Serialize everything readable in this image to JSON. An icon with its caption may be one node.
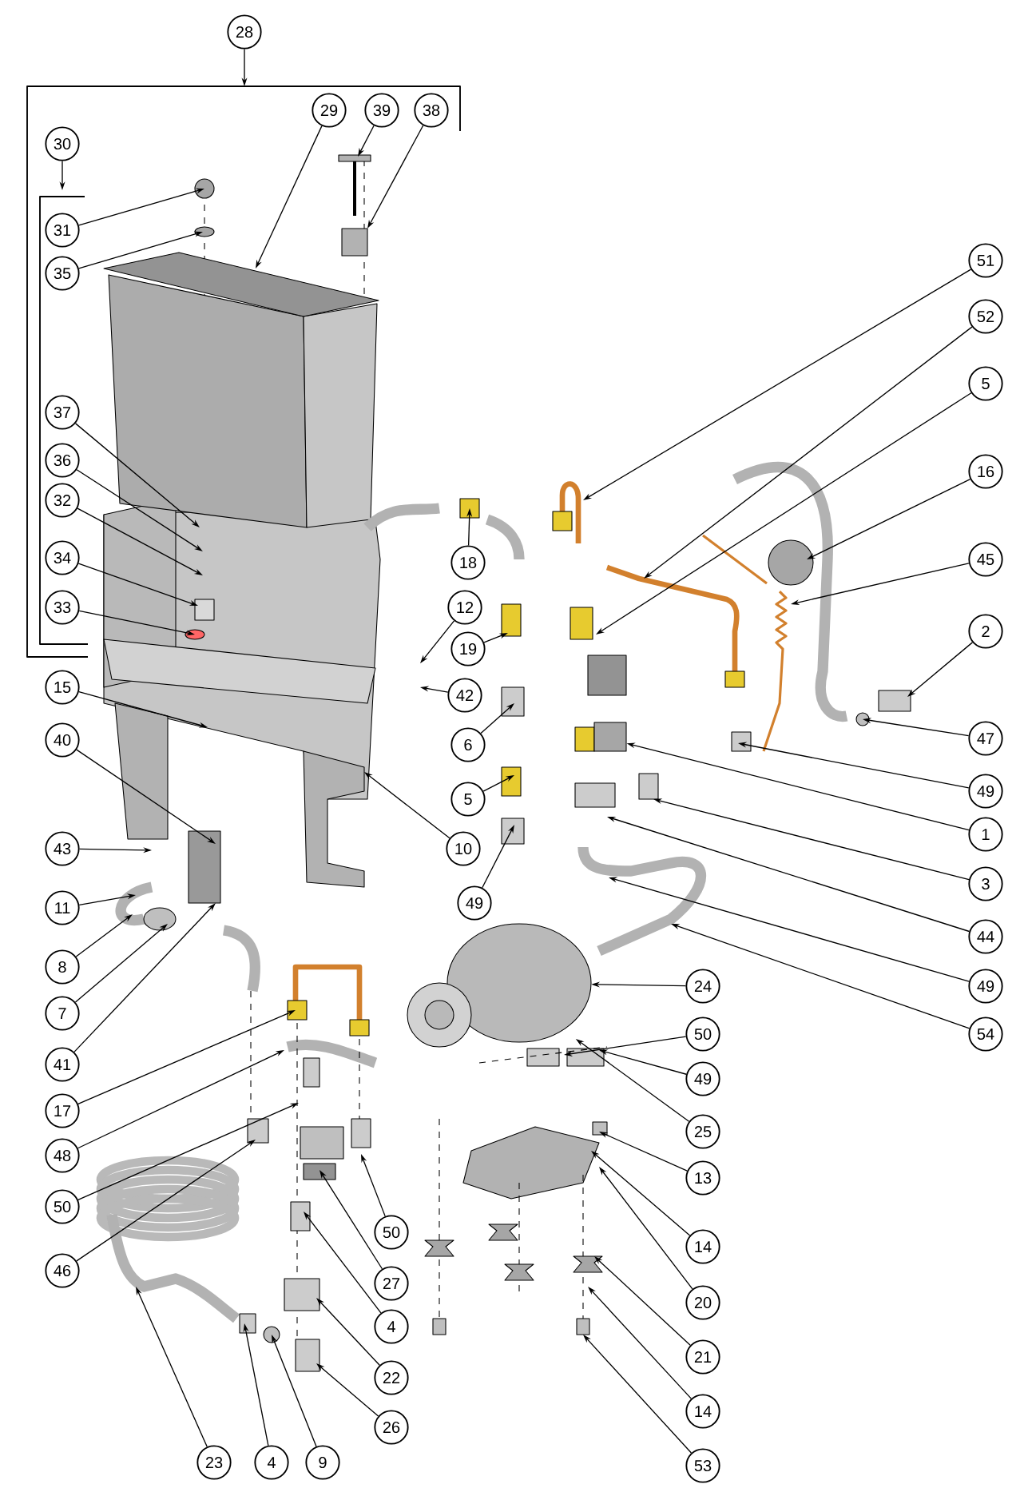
{
  "diagram": {
    "nodes": [
      {
        "text": [
          "28"
        ]
      },
      {
        "text": [
          "29"
        ]
      },
      {
        "text": [
          "39"
        ]
      },
      {
        "text": [
          "38"
        ]
      },
      {
        "text": [
          "30"
        ]
      },
      {
        "text": [
          "31"
        ]
      },
      {
        "text": [
          "35"
        ]
      },
      {
        "text": [
          "51"
        ]
      },
      {
        "text": [
          "52"
        ]
      },
      {
        "text": [
          "5"
        ]
      },
      {
        "text": [
          "37"
        ]
      },
      {
        "text": [
          "36"
        ]
      },
      {
        "text": [
          "16"
        ]
      },
      {
        "text": [
          "32"
        ]
      },
      {
        "text": [
          "34"
        ]
      },
      {
        "text": [
          "18"
        ]
      },
      {
        "text": [
          "45"
        ]
      },
      {
        "text": [
          "12"
        ]
      },
      {
        "text": [
          "33"
        ]
      },
      {
        "text": [
          "2"
        ]
      },
      {
        "text": [
          "19"
        ]
      },
      {
        "text": [
          "15"
        ]
      },
      {
        "text": [
          "42"
        ]
      },
      {
        "text": [
          "47"
        ]
      },
      {
        "text": [
          "40"
        ]
      },
      {
        "text": [
          "6"
        ]
      },
      {
        "text": [
          "49"
        ]
      },
      {
        "text": [
          "5"
        ]
      },
      {
        "text": [
          "1"
        ]
      },
      {
        "text": [
          "10"
        ]
      },
      {
        "text": [
          "43"
        ]
      },
      {
        "text": [
          "3"
        ]
      },
      {
        "text": [
          "49"
        ]
      },
      {
        "text": [
          "11"
        ]
      },
      {
        "text": [
          "44"
        ]
      },
      {
        "text": [
          "8"
        ]
      },
      {
        "text": [
          "24"
        ]
      },
      {
        "text": [
          "49"
        ]
      },
      {
        "text": [
          "7"
        ]
      },
      {
        "text": [
          "54"
        ]
      },
      {
        "text": [
          "50"
        ]
      },
      {
        "text": [
          "41"
        ]
      },
      {
        "text": [
          "49"
        ]
      },
      {
        "text": [
          "17"
        ]
      },
      {
        "text": [
          "25"
        ]
      },
      {
        "text": [
          "48"
        ]
      },
      {
        "text": [
          "13"
        ]
      },
      {
        "text": [
          "50"
        ]
      },
      {
        "text": [
          "50"
        ]
      },
      {
        "text": [
          "14"
        ]
      },
      {
        "text": [
          "46"
        ]
      },
      {
        "text": [
          "27"
        ]
      },
      {
        "text": [
          "20"
        ]
      },
      {
        "text": [
          "4"
        ]
      },
      {
        "text": [
          "21"
        ]
      },
      {
        "text": [
          "22"
        ]
      },
      {
        "text": [
          "14"
        ]
      },
      {
        "text": [
          "26"
        ]
      },
      {
        "text": [
          "23"
        ]
      },
      {
        "text": [
          "4"
        ]
      },
      {
        "text": [
          "9"
        ]
      },
      {
        "text": [
          "53"
        ]
      },
      {
        "text": [],
        "shape": "cylinder"
      },
      {
        "text": [],
        "shape": "box"
      }
    ],
    "edges": [
      {
        "from": 0,
        "to": null,
        "arrow": "to"
      },
      {
        "from": 1,
        "to": null,
        "arrow": "to"
      },
      {
        "from": 2,
        "to": null,
        "arrow": "to"
      },
      {
        "from": 3,
        "to": null,
        "arrow": "to"
      },
      {
        "from": 4,
        "to": null,
        "arrow": "to"
      },
      {
        "from": 5,
        "to": null,
        "arrow": "to"
      },
      {
        "from": 6,
        "to": null,
        "arrow": "to"
      },
      {
        "from": 7,
        "to": null,
        "arrow": "to"
      },
      {
        "from": 8,
        "to": null,
        "arrow": "to"
      },
      {
        "from": 9,
        "to": null,
        "arrow": "to"
      },
      {
        "from": 10,
        "to": null,
        "arrow": "to"
      },
      {
        "from": 11,
        "to": null,
        "arrow": "to"
      },
      {
        "from": 12,
        "to": null,
        "arrow": "to"
      },
      {
        "from": 13,
        "to": null,
        "arrow": "to"
      },
      {
        "from": 14,
        "to": null,
        "arrow": "to"
      },
      {
        "from": 15,
        "to": null,
        "arrow": "to"
      },
      {
        "from": 16,
        "to": null,
        "arrow": "to"
      },
      {
        "from": 17,
        "to": null,
        "arrow": "to"
      },
      {
        "from": 18,
        "to": null,
        "arrow": "to"
      },
      {
        "from": 19,
        "to": null,
        "arrow": "to"
      },
      {
        "from": 20,
        "to": null,
        "arrow": "to"
      },
      {
        "from": 21,
        "to": null,
        "arrow": "to"
      },
      {
        "from": 22,
        "to": null,
        "arrow": "to"
      },
      {
        "from": 23,
        "to": null,
        "arrow": "to"
      },
      {
        "from": 24,
        "to": null,
        "arrow": "to"
      },
      {
        "from": 25,
        "to": null,
        "arrow": "to"
      },
      {
        "from": 26,
        "to": null,
        "arrow": "to"
      },
      {
        "from": 27,
        "to": null,
        "arrow": "to"
      },
      {
        "from": 28,
        "to": 63,
        "arrow": "to"
      },
      {
        "from": 29,
        "to": null,
        "arrow": "to"
      },
      {
        "from": 30,
        "to": null,
        "arrow": "to"
      },
      {
        "from": 31,
        "to": null,
        "arrow": "to"
      },
      {
        "from": 32,
        "to": null,
        "arrow": "to"
      },
      {
        "from": 33,
        "to": null,
        "arrow": "to"
      },
      {
        "from": 34,
        "to": null,
        "arrow": "to"
      },
      {
        "from": 35,
        "to": null,
        "arrow": "to"
      },
      {
        "from": 36,
        "to": 62,
        "arrow": "to"
      },
      {
        "from": 37,
        "to": null,
        "arrow": "to"
      },
      {
        "from": 38,
        "to": null,
        "arrow": "to"
      },
      {
        "from": 39,
        "to": null,
        "arrow": "to"
      },
      {
        "from": 40,
        "to": null,
        "arrow": "to"
      },
      {
        "from": 41,
        "to": null,
        "arrow": "to"
      },
      {
        "from": 42,
        "to": null,
        "arrow": "to"
      },
      {
        "from": 43,
        "to": null,
        "arrow": "to"
      },
      {
        "from": 44,
        "to": 62,
        "arrow": "to"
      },
      {
        "from": 45,
        "to": null,
        "arrow": "to"
      },
      {
        "from": 46,
        "to": null,
        "arrow": "to"
      },
      {
        "from": 47,
        "to": null,
        "arrow": "to"
      },
      {
        "from": 48,
        "to": null,
        "arrow": "to"
      },
      {
        "from": 49,
        "to": null,
        "arrow": "to"
      },
      {
        "from": 50,
        "to": null,
        "arrow": "to"
      },
      {
        "from": 51,
        "to": null,
        "arrow": "to"
      },
      {
        "from": 52,
        "to": null,
        "arrow": "to"
      },
      {
        "from": 53,
        "to": null,
        "arrow": "to"
      },
      {
        "from": 54,
        "to": null,
        "arrow": "to"
      },
      {
        "from": 55,
        "to": null,
        "arrow": "to"
      },
      {
        "from": 56,
        "to": null,
        "arrow": "to"
      },
      {
        "from": 57,
        "to": null,
        "arrow": "to"
      },
      {
        "from": 58,
        "to": null,
        "arrow": "to"
      },
      {
        "from": 59,
        "to": null,
        "arrow": "to"
      },
      {
        "from": 60,
        "to": null,
        "arrow": "to"
      },
      {
        "from": 61,
        "to": null,
        "arrow": "to"
      }
    ]
  }
}
